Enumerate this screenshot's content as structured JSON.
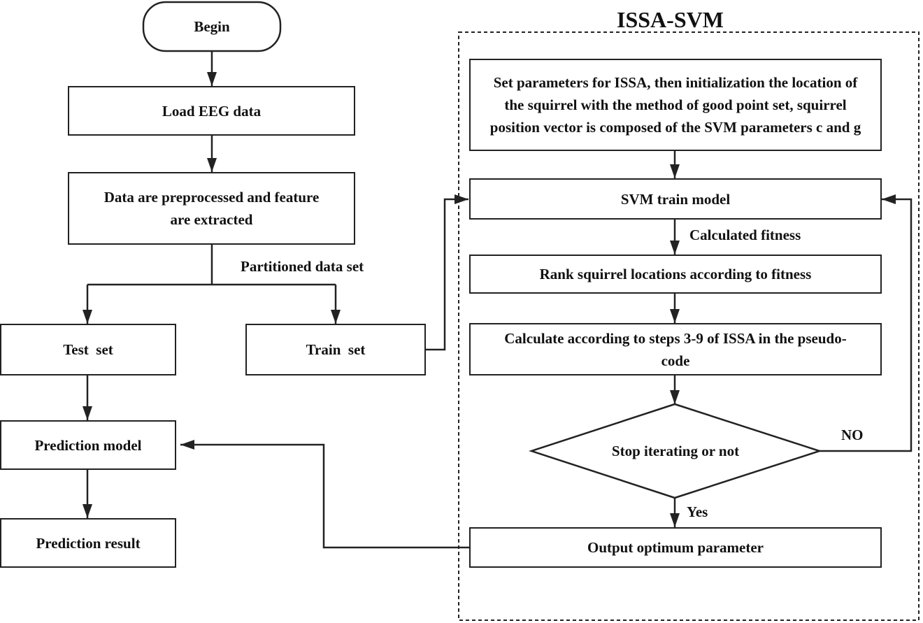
{
  "diagram": {
    "group_title": "ISSA-SVM",
    "left": {
      "begin": "Begin",
      "load": "Load EEG data",
      "preprocess": "Data are preprocessed and feature are extracted",
      "partition_label": "Partitioned data set",
      "test_set": "Test  set",
      "train_set": "Train  set",
      "prediction_model": "Prediction model",
      "prediction_result": "Prediction result"
    },
    "right": {
      "set_params": "Set parameters for ISSA, then initialization  the location of the squirrel with the method of good point set, squirrel position vector is composed of the SVM parameters c and g",
      "svm_train": "SVM train model",
      "fitness_label": "Calculated fitness",
      "rank": "Rank squirrel locations according to fitness",
      "calculate": "Calculate according to steps 3-9 of ISSA in the pseudo-code",
      "decision": "Stop iterating or not",
      "no_label": "NO",
      "yes_label": "Yes",
      "output": "Output optimum parameter"
    }
  }
}
